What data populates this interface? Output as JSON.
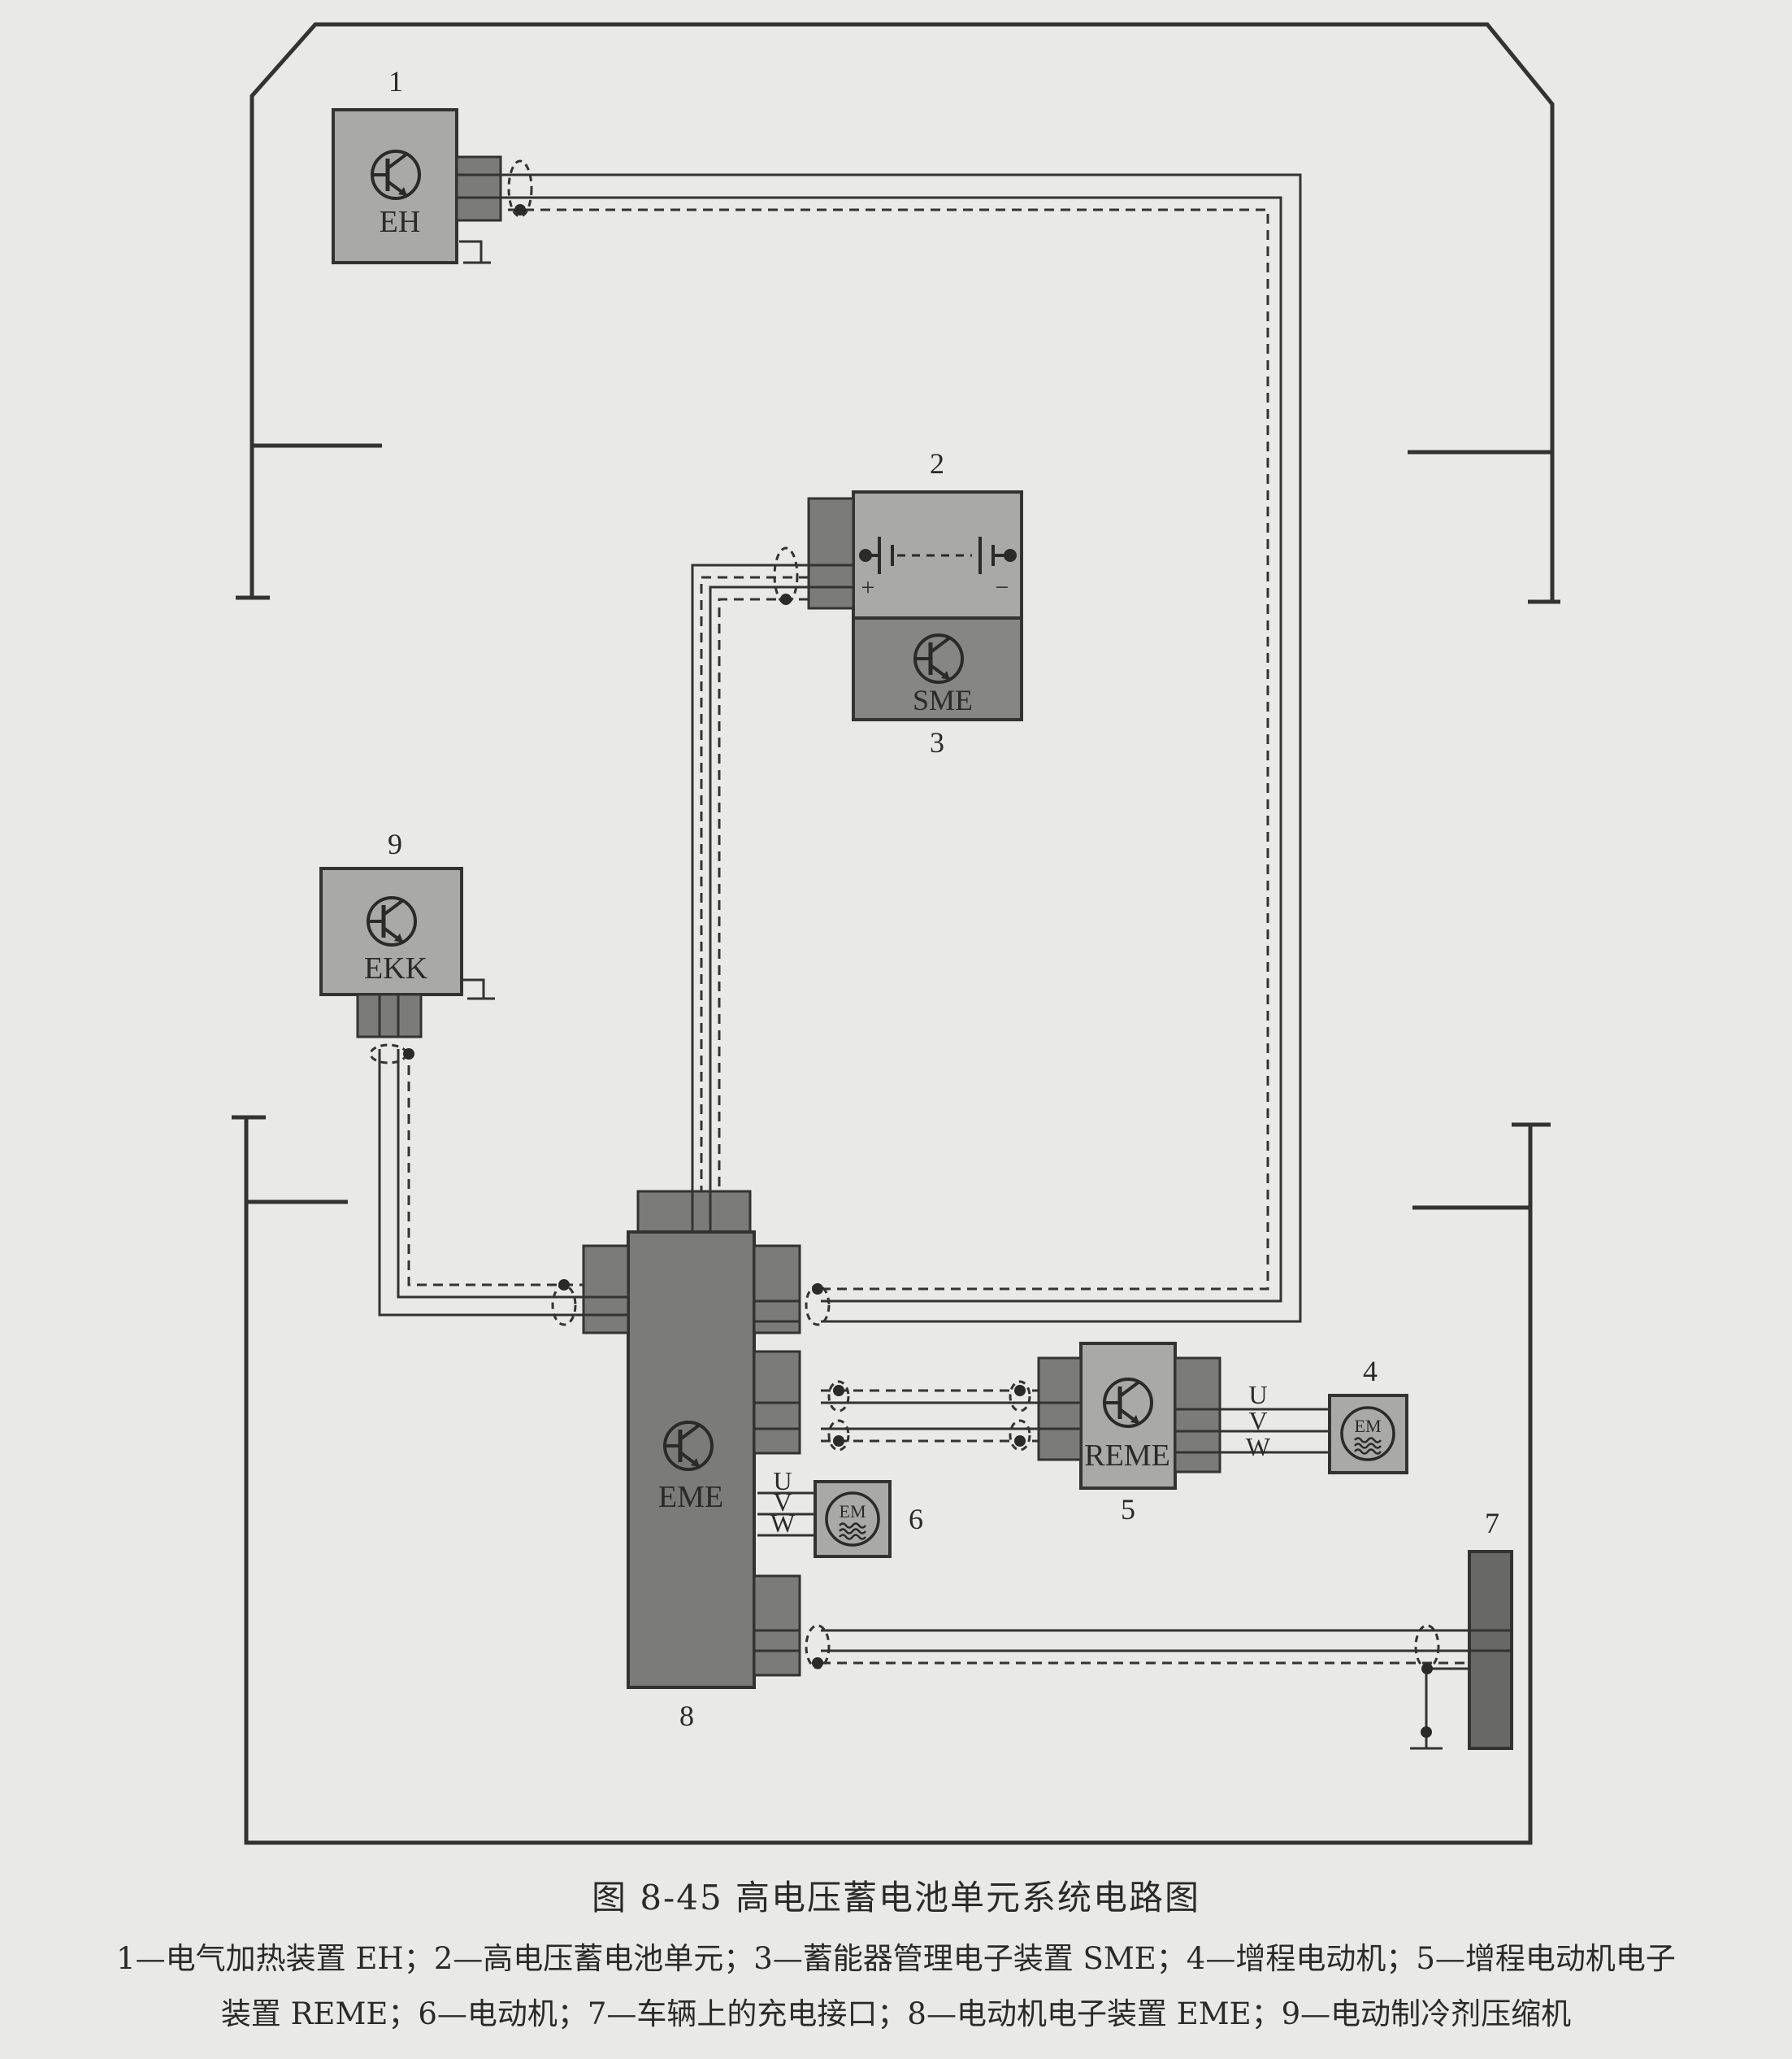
{
  "figure": {
    "title": "图 8-45    高电压蓄电池单元系统电路图",
    "legend_line1": "1—电气加热装置 EH；2—高电压蓄电池单元；3—蓄能器管理电子装置 SME；4—增程电动机；5—增程电动机电子",
    "legend_line2": "装置 REME；6—电动机；7—车辆上的充电接口；8—电动机电子装置 EME；9—电动制冷剂压缩机"
  },
  "components": {
    "eh": {
      "number": "1",
      "label": "EH"
    },
    "battery": {
      "number": "2",
      "plus": "+",
      "minus": "−"
    },
    "sme": {
      "number": "3",
      "label": "SME"
    },
    "range_motor": {
      "number": "4",
      "label": "EM"
    },
    "reme": {
      "number": "5",
      "label": "REME"
    },
    "motor": {
      "number": "6",
      "label": "EM"
    },
    "charge_port": {
      "number": "7"
    },
    "eme": {
      "number": "8",
      "label": "EME"
    },
    "ekk": {
      "number": "9",
      "label": "EKK"
    }
  },
  "phases": {
    "u": "U",
    "v": "V",
    "w": "W"
  },
  "colors": {
    "background": "#e9e9e7",
    "box_fill": "#a9a9a7",
    "connector_fill": "#7b7b79",
    "dark_fill": "#686866",
    "line": "#333333"
  }
}
